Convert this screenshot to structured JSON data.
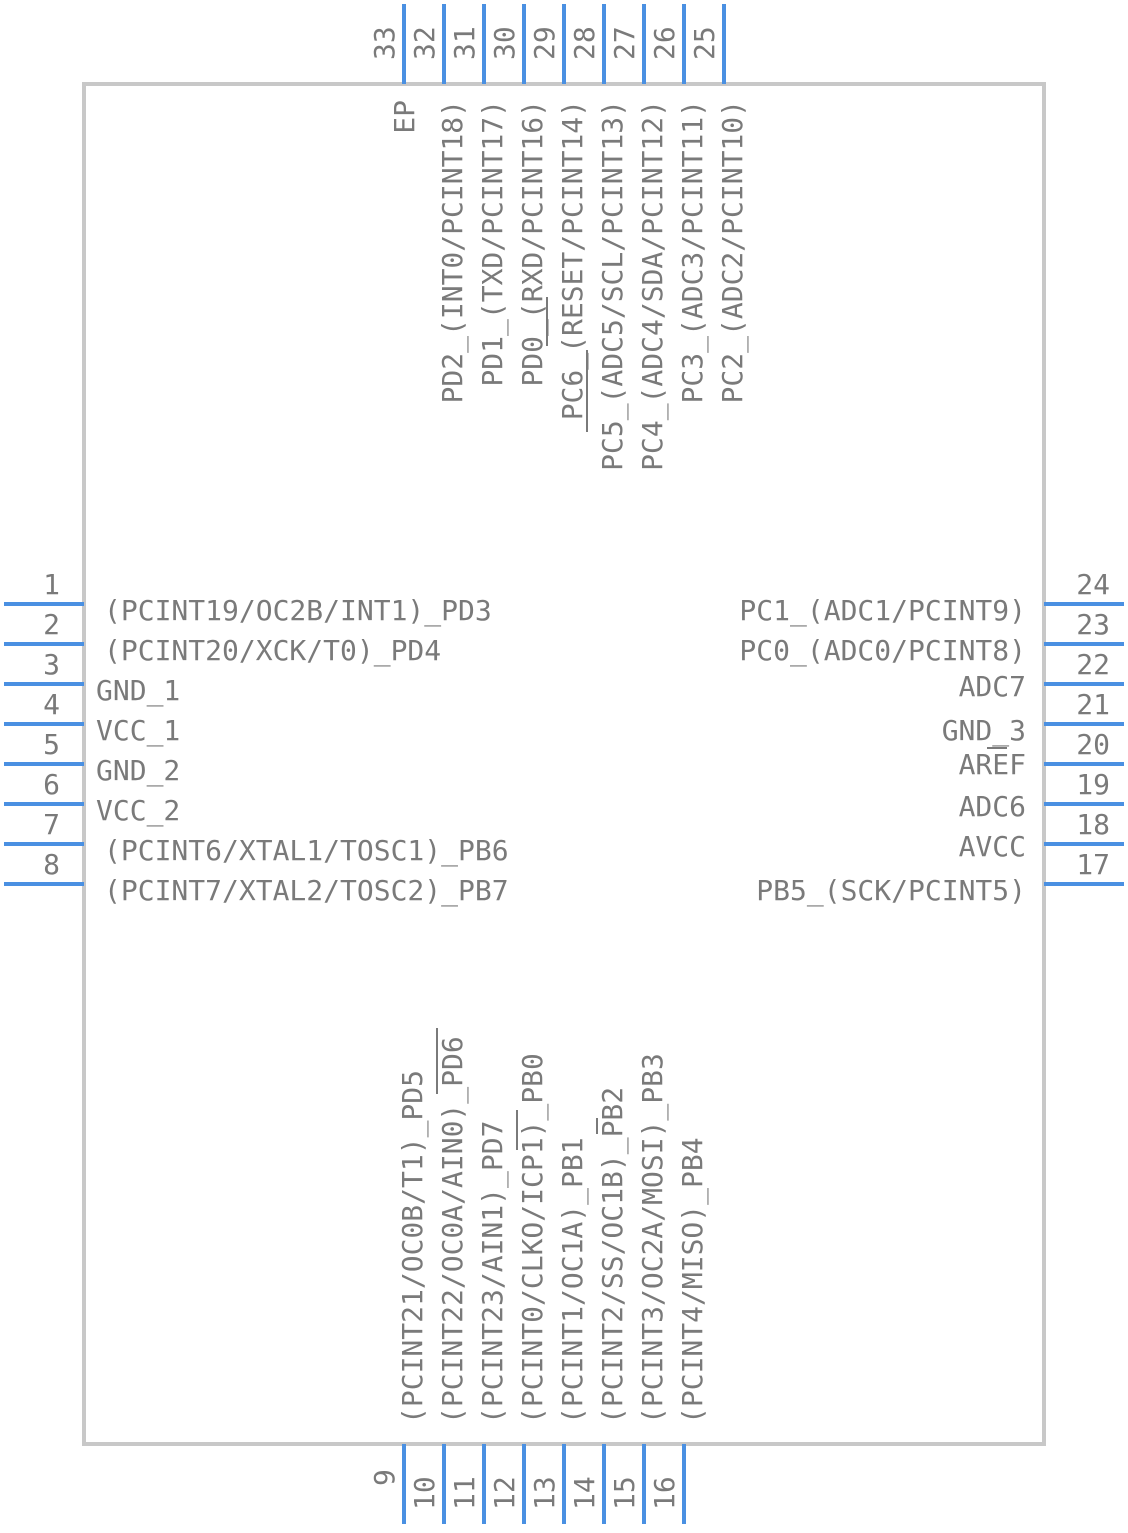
{
  "colors": {
    "body_outline": "#c8c8c8",
    "pin_line": "#4a90e2",
    "text": "#7a7a7a"
  },
  "pins": {
    "left": [
      {
        "num": "1",
        "name": "(PCINT19/OC2B/INT1)_PD3"
      },
      {
        "num": "2",
        "name": "(PCINT20/XCK/T0)_PD4"
      },
      {
        "num": "3",
        "name": "GND_1"
      },
      {
        "num": "4",
        "name": "VCC_1"
      },
      {
        "num": "5",
        "name": "GND_2"
      },
      {
        "num": "6",
        "name": "VCC_2"
      },
      {
        "num": "7",
        "name": "(PCINT6/XTAL1/TOSC1)_PB6"
      },
      {
        "num": "8",
        "name": "(PCINT7/XTAL2/TOSC2)_PB7"
      }
    ],
    "bottom": [
      {
        "num": "9",
        "name": "(PCINT21/OC0B/T1)_PD5"
      },
      {
        "num": "10",
        "name": "(PCINT22/OC0A/AIN0)_PD6"
      },
      {
        "num": "11",
        "name": "(PCINT23/AIN1)_PD7"
      },
      {
        "num": "12",
        "name": "(PCINT0/CLKO/ICP1)_PB0"
      },
      {
        "num": "13",
        "name": "(PCINT1/OC1A)_PB1"
      },
      {
        "num": "14",
        "name": "(PCINT2/SS/OC1B)_PB2"
      },
      {
        "num": "15",
        "name": "(PCINT3/OC2A/MOSI)_PB3"
      },
      {
        "num": "16",
        "name": "(PCINT4/MISO)_PB4"
      }
    ],
    "right": [
      {
        "num": "17",
        "name": "PB5_(SCK/PCINT5)"
      },
      {
        "num": "18",
        "name": "AVCC"
      },
      {
        "num": "19",
        "name": "ADC6"
      },
      {
        "num": "20",
        "name": "AREF"
      },
      {
        "num": "21",
        "name": "GND_3"
      },
      {
        "num": "22",
        "name": "ADC7"
      },
      {
        "num": "23",
        "name": "PC0_(ADC0/PCINT8)"
      },
      {
        "num": "24",
        "name": "PC1_(ADC1/PCINT9)"
      }
    ],
    "top": [
      {
        "num": "25",
        "name": "PC2_(ADC2/PCINT10)"
      },
      {
        "num": "26",
        "name": "PC3_(ADC3/PCINT11)"
      },
      {
        "num": "27",
        "name": "PC4_(ADC4/SDA/PCINT12)"
      },
      {
        "num": "28",
        "name": "PC5_(ADC5/SCL/PCINT13)"
      },
      {
        "num": "29",
        "name": "PC6_(RESET/PCINT14)"
      },
      {
        "num": "30",
        "name": "PD0_(RXD/PCINT16)"
      },
      {
        "num": "31",
        "name": "PD1_(TXD/PCINT17)"
      },
      {
        "num": "32",
        "name": "PD2_(INT0/PCINT18)"
      },
      {
        "num": "33",
        "name": "EP"
      }
    ]
  }
}
